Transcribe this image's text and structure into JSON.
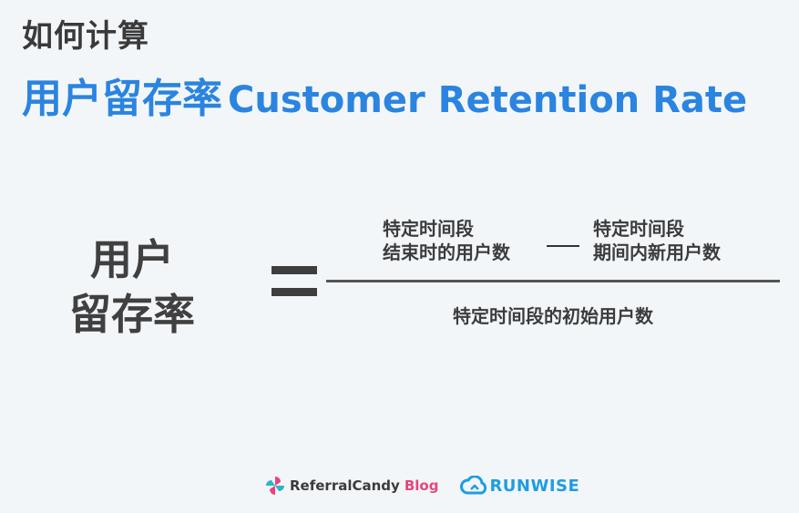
{
  "header": {
    "subtitle": "如何计算",
    "title_cn": "用户留存率",
    "title_en": "Customer Retention Rate"
  },
  "formula": {
    "lhs_line1": "用户",
    "lhs_line2": "留存率",
    "numerator_left_line1": "特定时间段",
    "numerator_left_line2": "结束时的用户数",
    "numerator_right_line1": "特定时间段",
    "numerator_right_line2": "期间内新用户数",
    "denominator": "特定时间段的初始用户数"
  },
  "footer": {
    "referralcandy_name": "ReferralCandy",
    "referralcandy_blog": "Blog",
    "runwise_name": "RUNWISE"
  },
  "colors": {
    "accent": "#2a84e0",
    "text_dark": "#3a3a3a",
    "background": "#f3f6f9"
  }
}
